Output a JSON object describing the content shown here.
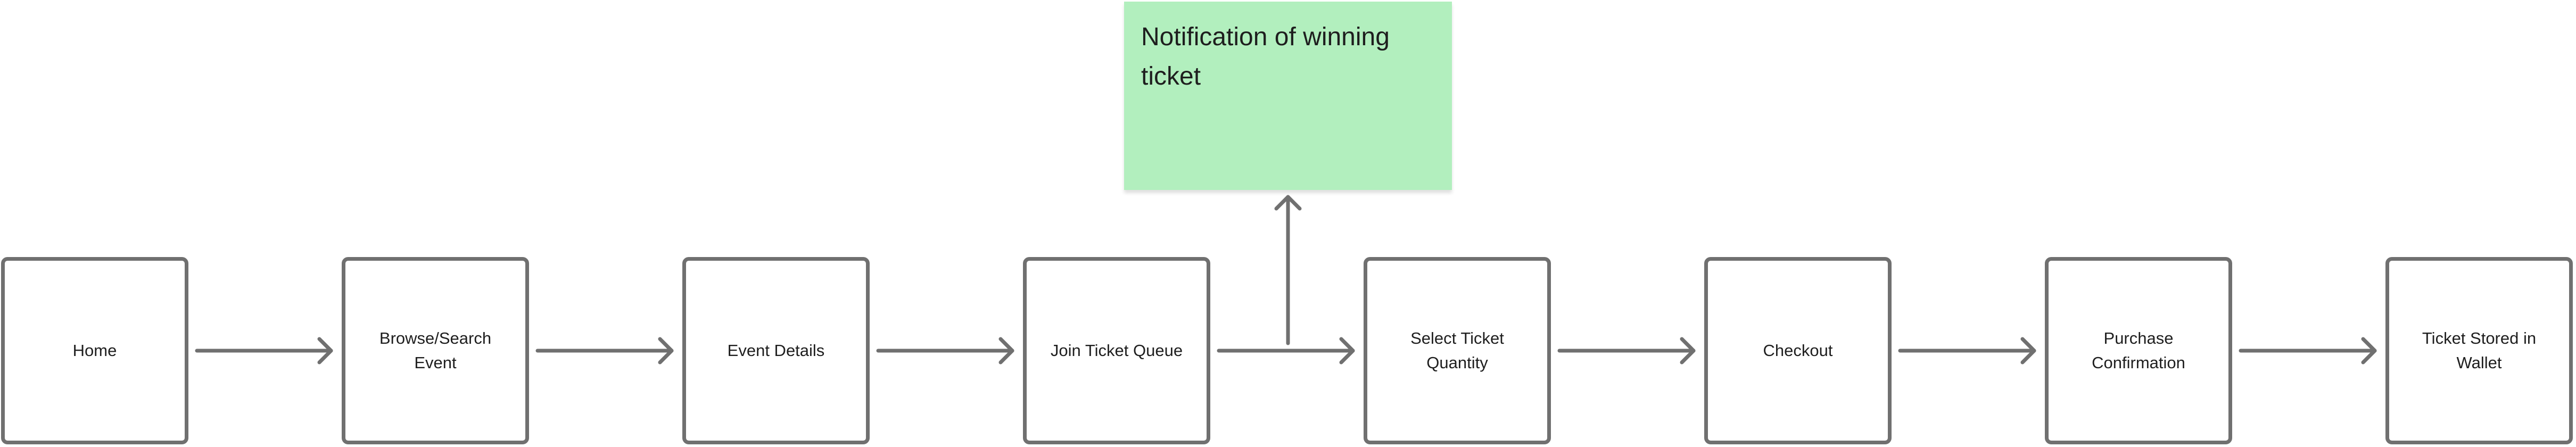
{
  "diagram": {
    "steps": [
      {
        "id": "home",
        "label": "Home"
      },
      {
        "id": "browse",
        "label": "Browse/Search\nEvent"
      },
      {
        "id": "details",
        "label": "Event Details"
      },
      {
        "id": "queue",
        "label": "Join Ticket Queue"
      },
      {
        "id": "quantity",
        "label": "Select Ticket\nQuantity"
      },
      {
        "id": "checkout",
        "label": "Checkout"
      },
      {
        "id": "confirmation",
        "label": "Purchase\nConfirmation"
      },
      {
        "id": "wallet",
        "label": "Ticket Stored in\nWallet"
      }
    ],
    "sticky_note": {
      "text": "Notification of winning ticket",
      "color": "#b2efbe"
    },
    "colors": {
      "stroke": "#707070",
      "text": "#1e1e1e",
      "background": "#ffffff"
    }
  }
}
